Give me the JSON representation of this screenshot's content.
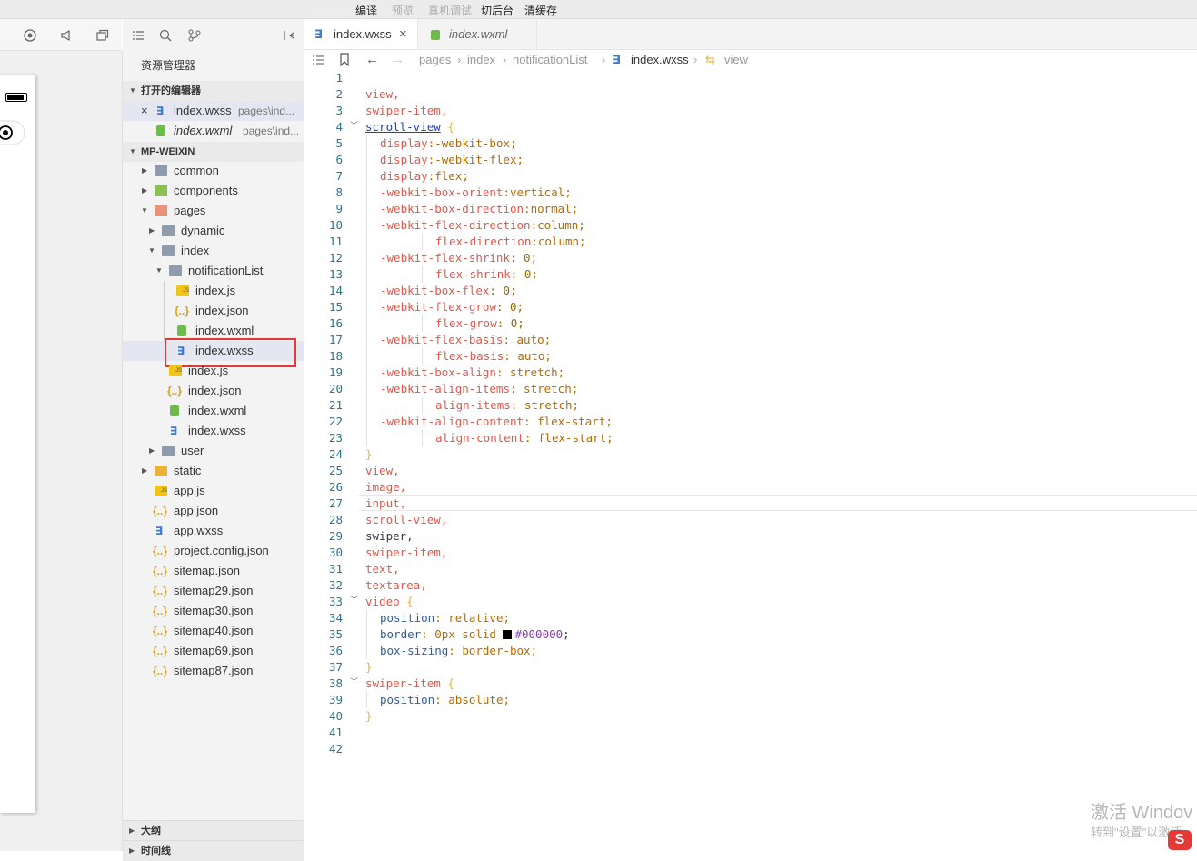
{
  "toolbar": {
    "compile": "编译",
    "preview": "预览",
    "remote_debug": "真机调试",
    "background": "切后台",
    "clear_cache": "清缓存"
  },
  "explorer": {
    "title": "资源管理器",
    "open_editors_header": "打开的编辑器",
    "open_editors": [
      {
        "name": "index.wxss",
        "path": "pages\\ind..."
      },
      {
        "name": "index.wxml",
        "path": "pages\\ind..."
      }
    ],
    "project_header": "MP-WEIXIN",
    "tree": [
      {
        "label": "common"
      },
      {
        "label": "components"
      },
      {
        "label": "pages"
      },
      {
        "label": "dynamic"
      },
      {
        "label": "index"
      },
      {
        "label": "notificationList"
      },
      {
        "label": "index.js"
      },
      {
        "label": "index.json"
      },
      {
        "label": "index.wxml"
      },
      {
        "label": "index.wxss"
      },
      {
        "label": "index.js"
      },
      {
        "label": "index.json"
      },
      {
        "label": "index.wxml"
      },
      {
        "label": "index.wxss"
      },
      {
        "label": "user"
      },
      {
        "label": "static"
      },
      {
        "label": "app.js"
      },
      {
        "label": "app.json"
      },
      {
        "label": "app.wxss"
      },
      {
        "label": "project.config.json"
      },
      {
        "label": "sitemap.json"
      },
      {
        "label": "sitemap29.json"
      },
      {
        "label": "sitemap30.json"
      },
      {
        "label": "sitemap40.json"
      },
      {
        "label": "sitemap69.json"
      },
      {
        "label": "sitemap87.json"
      }
    ],
    "outline_header": "大纲",
    "timeline_header": "时间线"
  },
  "tabs": [
    {
      "label": "index.wxss",
      "close": "×"
    },
    {
      "label": "index.wxml"
    }
  ],
  "breadcrumb": [
    "pages",
    "index",
    "notificationList",
    "index.wxss",
    "view"
  ],
  "code": {
    "line_numbers": [
      "1",
      "2",
      "3",
      "4",
      "5",
      "6",
      "7",
      "8",
      "9",
      "10",
      "11",
      "12",
      "13",
      "14",
      "15",
      "16",
      "17",
      "18",
      "19",
      "20",
      "21",
      "22",
      "23",
      "24",
      "25",
      "26",
      "27",
      "28",
      "29",
      "30",
      "31",
      "32",
      "33",
      "34",
      "35",
      "36",
      "37",
      "38",
      "39",
      "40",
      "41",
      "42"
    ],
    "tokens": {
      "l2": "view,",
      "l3": "swiper-item,",
      "l4a": "scroll-view",
      "l4b": " {",
      "l5a": "display",
      "l5b": ":-webkit-box;",
      "l6a": "display",
      "l6b": ":-webkit-flex;",
      "l7a": "display",
      "l7b": ":flex;",
      "l8a": "-webkit-box-orient",
      "l8b": ":vertical;",
      "l9a": "-webkit-box-direction",
      "l9b": ":normal;",
      "l10a": "-webkit-flex-direction",
      "l10b": ":column;",
      "l11a": "flex-direction",
      "l11b": ":column;",
      "l12a": "-webkit-flex-shrink",
      "l12b": ": 0;",
      "l13a": "flex-shrink",
      "l13b": ": 0;",
      "l14a": "-webkit-box-flex",
      "l14b": ": 0;",
      "l15a": "-webkit-flex-grow",
      "l15b": ": 0;",
      "l16a": "flex-grow",
      "l16b": ": 0;",
      "l17a": "-webkit-flex-basis",
      "l17b": ": auto;",
      "l18a": "flex-basis",
      "l18b": ": auto;",
      "l19a": "-webkit-box-align",
      "l19b": ": stretch;",
      "l20a": "-webkit-align-items",
      "l20b": ": stretch;",
      "l21a": "align-items",
      "l21b": ": stretch;",
      "l22a": "-webkit-align-content",
      "l22b": ": flex-start;",
      "l23a": "align-content",
      "l23b": ": flex-start;",
      "l24": "}",
      "l25": "view,",
      "l26": "image,",
      "l27": "input,",
      "l28": "scroll-view,",
      "l29": "swiper,",
      "l30": "swiper-item,",
      "l31": "text,",
      "l32": "textarea,",
      "l33a": "video",
      "l33b": " {",
      "l34a": "position",
      "l34b": ": relative;",
      "l35a": "border",
      "l35b": ": 0px solid ",
      "l35c": "#000000",
      "l35d": ";",
      "l36a": "box-sizing",
      "l36b": ": border-box;",
      "l37": "}",
      "l38a": "swiper-item",
      "l38b": " {",
      "l39a": "position",
      "l39b": ": absolute;",
      "l40": "}"
    }
  },
  "watermark": {
    "line1": "激活 Windov",
    "line2": "转到\"设置\"以激活"
  }
}
